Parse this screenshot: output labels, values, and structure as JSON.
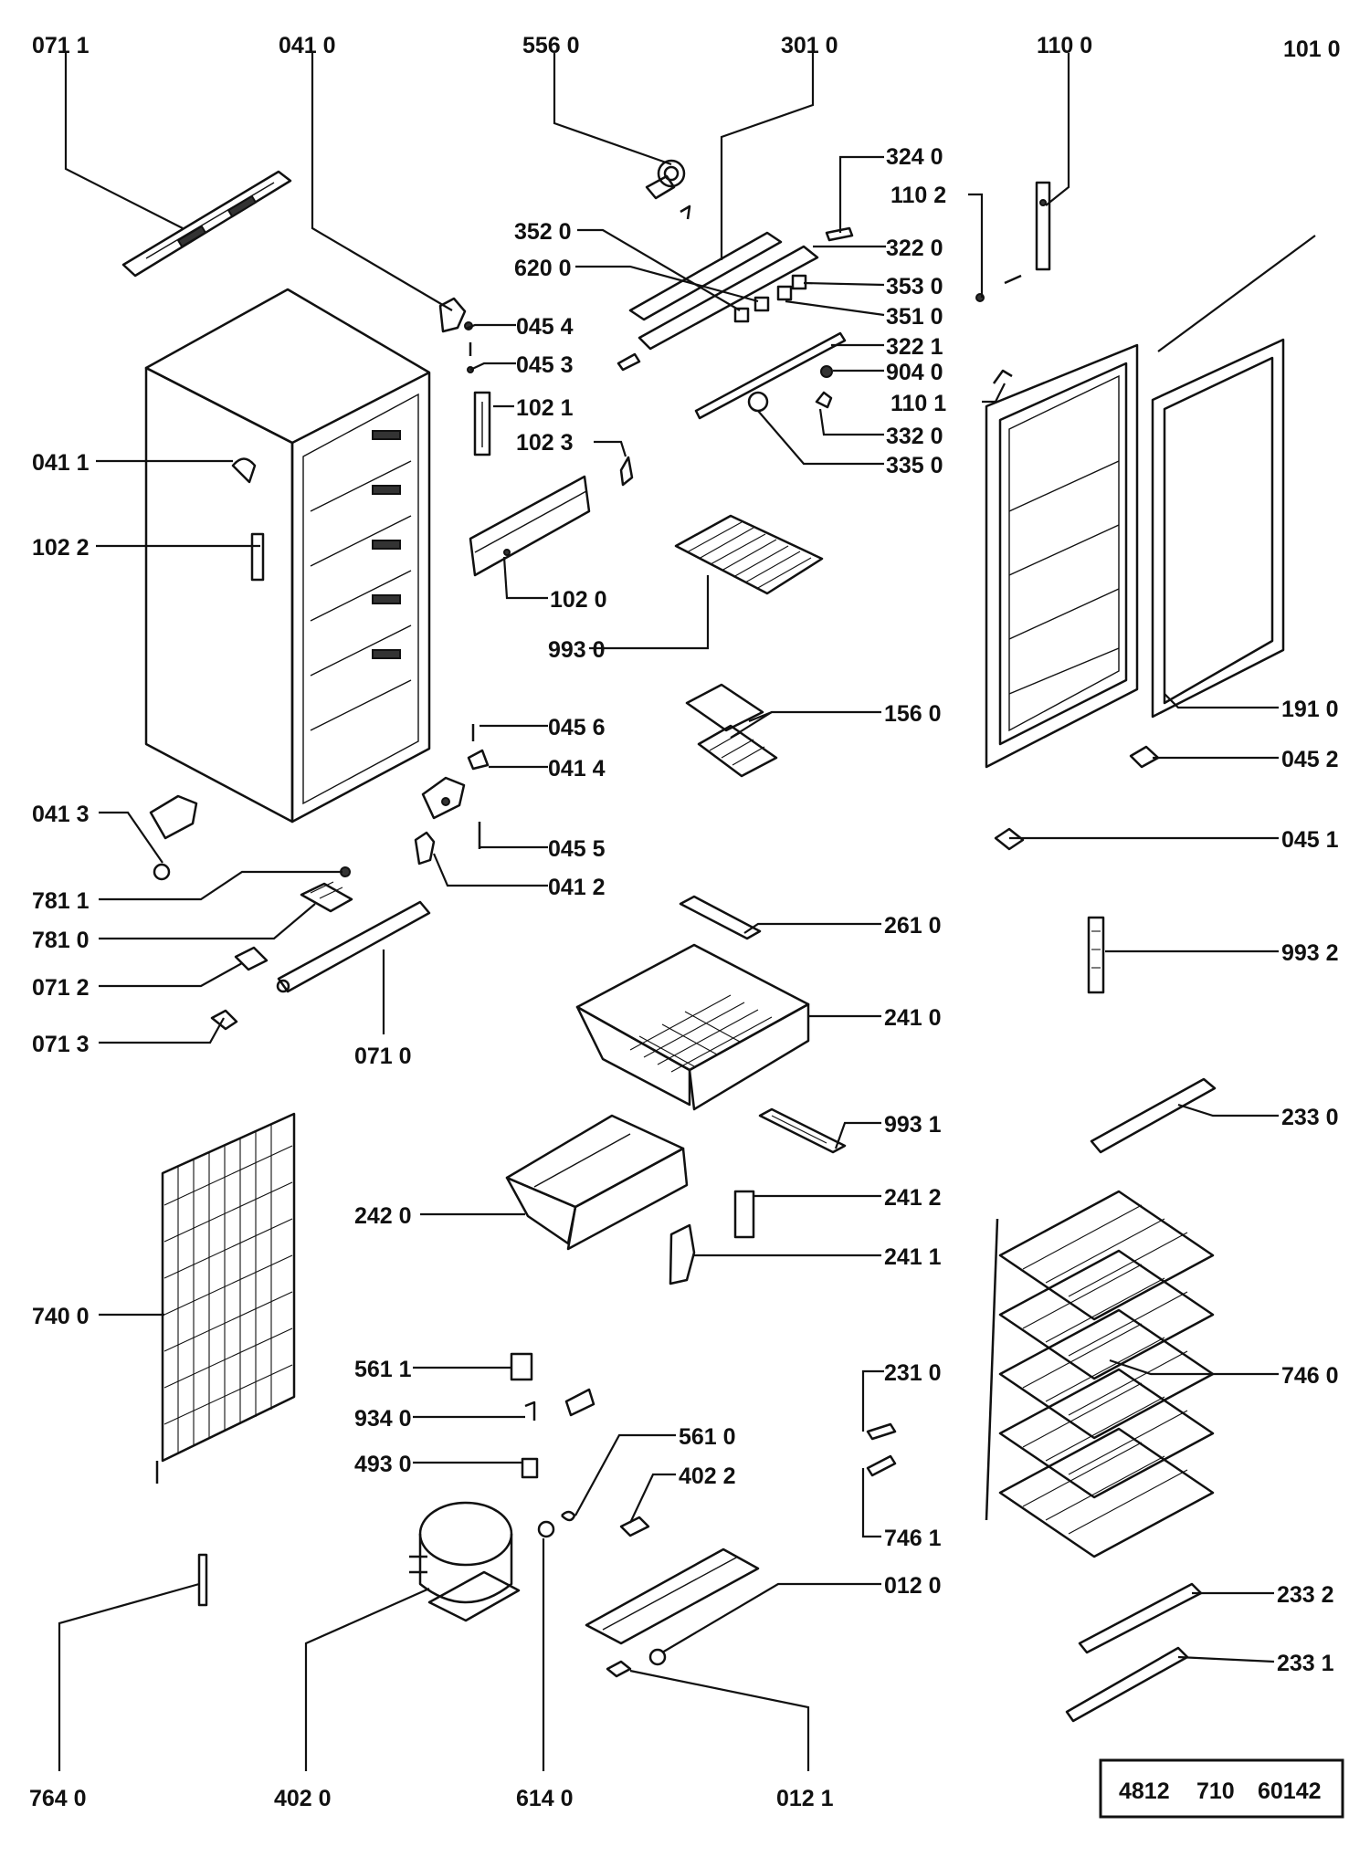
{
  "parts": [
    {
      "id": "p0711",
      "label": "071 1"
    },
    {
      "id": "p0410",
      "label": "041 0"
    },
    {
      "id": "p5560",
      "label": "556 0"
    },
    {
      "id": "p3010",
      "label": "301 0"
    },
    {
      "id": "p1100",
      "label": "110 0"
    },
    {
      "id": "p1010",
      "label": "101 0"
    },
    {
      "id": "p3240",
      "label": "324 0"
    },
    {
      "id": "p1102",
      "label": "110 2"
    },
    {
      "id": "p3520",
      "label": "352 0"
    },
    {
      "id": "p3220",
      "label": "322 0"
    },
    {
      "id": "p6200",
      "label": "620 0"
    },
    {
      "id": "p3530",
      "label": "353 0"
    },
    {
      "id": "p3510",
      "label": "351 0"
    },
    {
      "id": "p0454",
      "label": "045 4"
    },
    {
      "id": "p0453",
      "label": "045 3"
    },
    {
      "id": "p3221",
      "label": "322 1"
    },
    {
      "id": "p9040",
      "label": "904 0"
    },
    {
      "id": "p1101",
      "label": "110 1"
    },
    {
      "id": "p1021",
      "label": "102 1"
    },
    {
      "id": "p3320",
      "label": "332 0"
    },
    {
      "id": "p0411",
      "label": "041 1"
    },
    {
      "id": "p1023",
      "label": "102 3"
    },
    {
      "id": "p3350",
      "label": "335 0"
    },
    {
      "id": "p1022",
      "label": "102 2"
    },
    {
      "id": "p1020",
      "label": "102 0"
    },
    {
      "id": "p9930",
      "label": "993 0"
    },
    {
      "id": "p1560",
      "label": "156 0"
    },
    {
      "id": "p1910",
      "label": "191 0"
    },
    {
      "id": "p0456",
      "label": "045 6"
    },
    {
      "id": "p0414",
      "label": "041 4"
    },
    {
      "id": "p0452",
      "label": "045 2"
    },
    {
      "id": "p0413",
      "label": "041 3"
    },
    {
      "id": "p0451",
      "label": "045 1"
    },
    {
      "id": "p0455",
      "label": "045 5"
    },
    {
      "id": "p0412",
      "label": "041 2"
    },
    {
      "id": "p7811",
      "label": "781 1"
    },
    {
      "id": "p2610",
      "label": "261 0"
    },
    {
      "id": "p7810",
      "label": "781 0"
    },
    {
      "id": "p9932",
      "label": "993 2"
    },
    {
      "id": "p0712",
      "label": "071 2"
    },
    {
      "id": "p2410",
      "label": "241 0"
    },
    {
      "id": "p0713",
      "label": "071 3"
    },
    {
      "id": "p0710",
      "label": "071 0"
    },
    {
      "id": "p2330",
      "label": "233 0"
    },
    {
      "id": "p9931",
      "label": "993 1"
    },
    {
      "id": "p2412",
      "label": "241 2"
    },
    {
      "id": "p2420",
      "label": "242 0"
    },
    {
      "id": "p2411",
      "label": "241 1"
    },
    {
      "id": "p7400",
      "label": "740 0"
    },
    {
      "id": "p5611",
      "label": "561 1"
    },
    {
      "id": "p2310",
      "label": "231 0"
    },
    {
      "id": "p7460",
      "label": "746 0"
    },
    {
      "id": "p9340",
      "label": "934 0"
    },
    {
      "id": "p5610",
      "label": "561 0"
    },
    {
      "id": "p4930",
      "label": "493 0"
    },
    {
      "id": "p4022",
      "label": "402 2"
    },
    {
      "id": "p7461",
      "label": "746 1"
    },
    {
      "id": "p0120",
      "label": "012 0"
    },
    {
      "id": "p2332",
      "label": "233 2"
    },
    {
      "id": "p2331",
      "label": "233 1"
    },
    {
      "id": "p7640",
      "label": "764 0"
    },
    {
      "id": "p4020",
      "label": "402 0"
    },
    {
      "id": "p6140",
      "label": "614 0"
    },
    {
      "id": "p0121",
      "label": "012 1"
    }
  ],
  "reference": {
    "code_1": "4812",
    "code_2": "710",
    "code_3": "60142"
  }
}
